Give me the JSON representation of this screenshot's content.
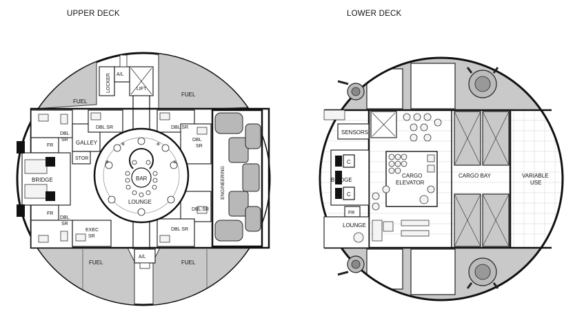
{
  "upper_deck": {
    "title": "UPPER DECK",
    "labels": {
      "fuel_top_left": "FUEL",
      "fuel_top_right": "FUEL",
      "fuel_bottom_left": "FUEL",
      "fuel_bottom_right": "FUEL",
      "locker": "LOCKER",
      "airlock_top": "A/L",
      "lift": "LIFT",
      "airlock_bottom": "A/L",
      "dbl_sr_left_top": "DBL\nSR",
      "dbl_sr_left_bottom": "DBL\nSR",
      "fr_top": "FR",
      "fr_bottom": "FR",
      "bridge": "BRIDGE",
      "galley": "GALLEY",
      "stor": "STOR",
      "dbl_sr_top_inner": "DBL SR",
      "dbl_sr_top_right": "DBL SR",
      "dbl_sr_right_top": "DBL\nSR",
      "dbl_sr_right_bottom": "DBL SR",
      "dbl_sr_bottom_inner": "DBL SR",
      "exec_sr": "EXEC\nSR",
      "bar": "BAR",
      "lounge": "LOUNGE",
      "engineering": "ENGINEERING"
    }
  },
  "lower_deck": {
    "title": "LOWER DECK",
    "labels": {
      "sensors": "SENSORS",
      "bridge": "BRIDGE",
      "c_top": "C",
      "c_bottom": "C",
      "fr": "FR",
      "lounge": "LOUNGE",
      "cargo_elevator": "CARGO\nELEVATOR",
      "cargo_bay": "CARGO BAY",
      "variable_use": "VARIABLE\nUSE"
    }
  }
}
